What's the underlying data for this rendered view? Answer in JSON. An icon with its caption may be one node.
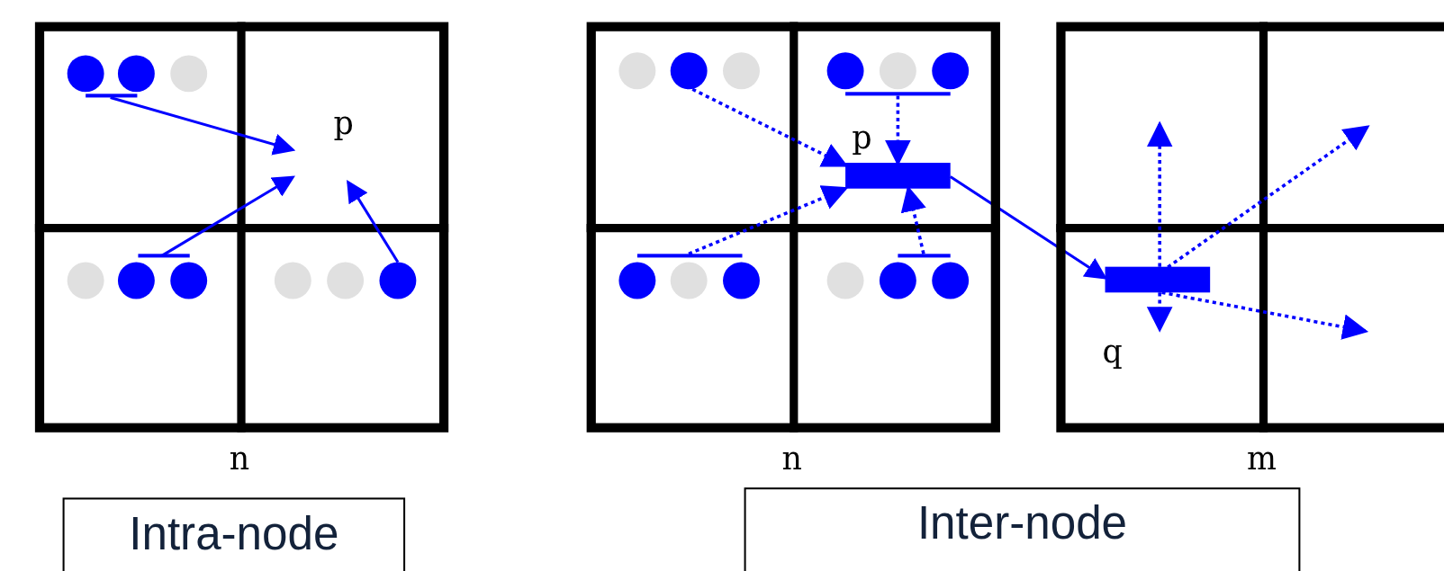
{
  "diagram": {
    "nodes": [
      {
        "text": [
          "n"
        ]
      },
      {
        "text": [
          "p"
        ],
        "in": 0
      },
      {
        "text": [],
        "shape": "bar",
        "in": 0
      },
      {
        "text": [],
        "shape": "bar",
        "in": 0
      },
      {
        "text": [],
        "shape": "circle",
        "in": 0
      },
      {
        "text": [
          "Intra-node"
        ]
      },
      {
        "text": [
          "n"
        ]
      },
      {
        "text": [],
        "shape": "circle",
        "in": 6
      },
      {
        "text": [],
        "shape": "bar",
        "in": 6
      },
      {
        "text": [],
        "shape": "bar",
        "in": 6
      },
      {
        "text": [],
        "shape": "bar",
        "in": 6
      },
      {
        "text": [
          "p"
        ],
        "in": 6
      },
      {
        "text": [
          "m"
        ]
      },
      {
        "text": [
          "q"
        ],
        "in": 12
      },
      {
        "text": [
          "Inter-node"
        ]
      }
    ],
    "edges": [
      {
        "from": 2,
        "to": 1,
        "arrow": "to"
      },
      {
        "from": 3,
        "to": 1,
        "arrow": "to"
      },
      {
        "from": 4,
        "to": 1,
        "arrow": "to"
      },
      {
        "from": 7,
        "to": 11,
        "arrow": "to",
        "style": "dashed"
      },
      {
        "from": 8,
        "to": 11,
        "arrow": "to",
        "style": "dashed"
      },
      {
        "from": 9,
        "to": 11,
        "arrow": "to",
        "style": "dashed"
      },
      {
        "from": 10,
        "to": 11,
        "arrow": "to",
        "style": "dashed"
      },
      {
        "from": 11,
        "to": 13,
        "arrow": "to"
      },
      {
        "from": 13,
        "to": null,
        "arrow": "to",
        "style": "dashed"
      },
      {
        "from": 13,
        "to": null,
        "arrow": "to",
        "style": "dashed"
      },
      {
        "from": 13,
        "to": null,
        "arrow": "to",
        "style": "dashed"
      },
      {
        "from": 13,
        "to": null,
        "arrow": "to",
        "style": "dashed"
      }
    ]
  }
}
